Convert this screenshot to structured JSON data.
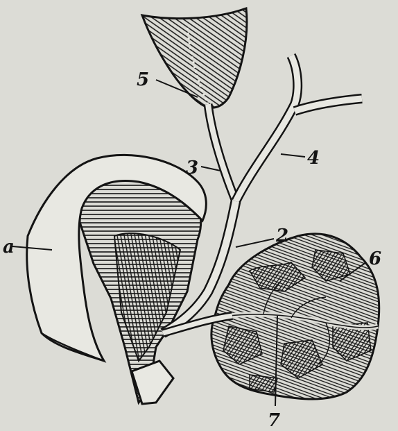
{
  "labels": {
    "duodenum": "a",
    "common_bile_duct": "2",
    "cystic_duct": "3",
    "hepatic_duct": "4",
    "gallbladder": "5",
    "pancreas": "6",
    "pancreatic_duct": "7"
  },
  "colors": {
    "paper": "#dcdcd6",
    "ink": "#141414"
  }
}
